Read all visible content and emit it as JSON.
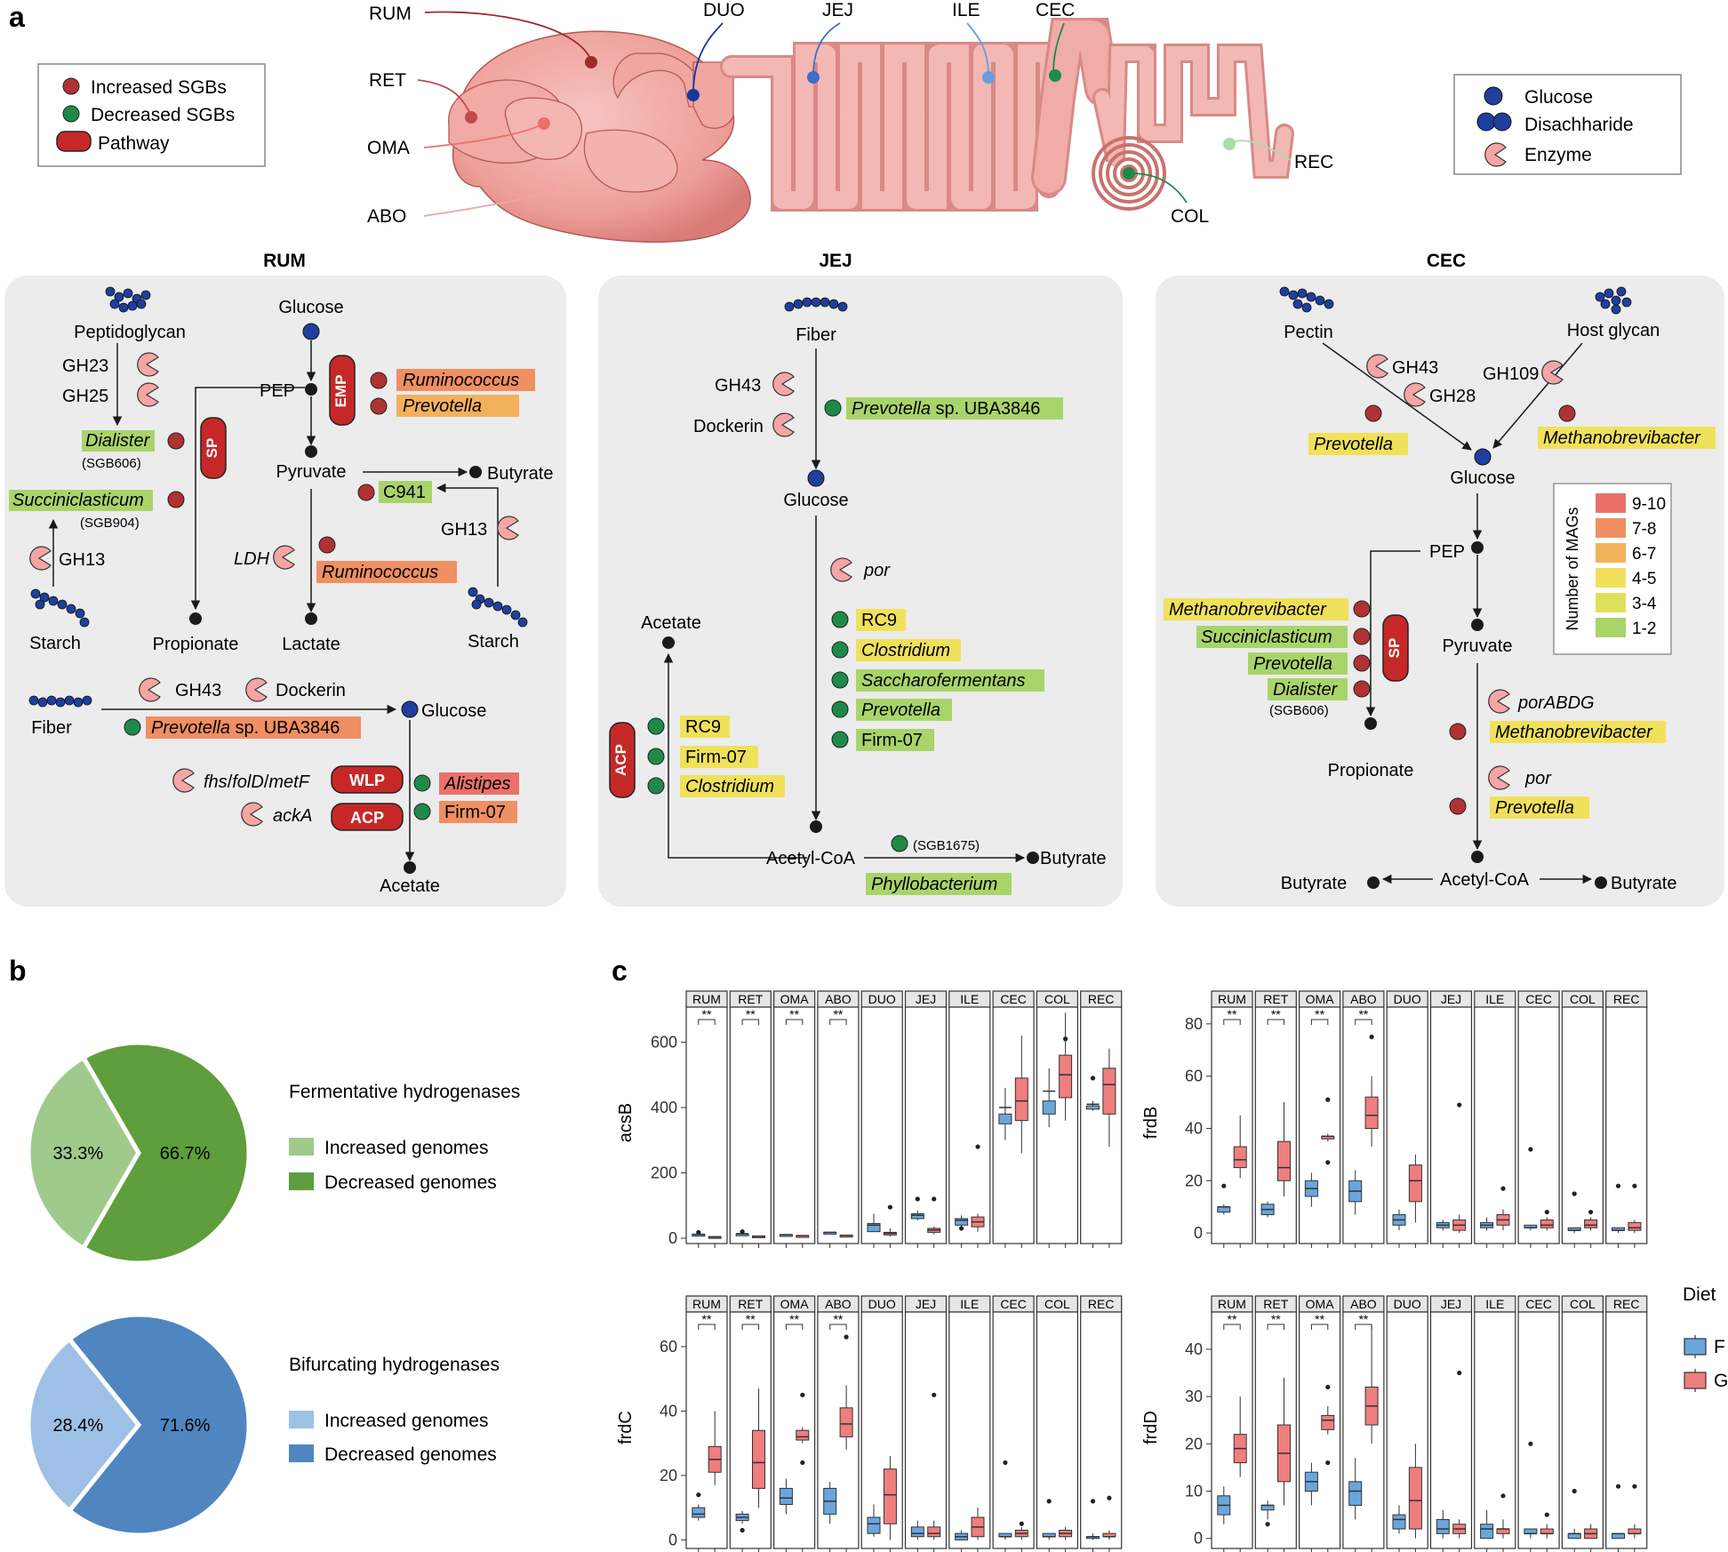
{
  "panel_labels": {
    "a": "a",
    "b": "b",
    "c": "c"
  },
  "colors": {
    "increased": "#b03232",
    "decreased": "#1e8a4a",
    "pathway": "#c62828",
    "glucose": "#1f3f9e",
    "enzyme": "#f6a5a5",
    "bin9_10": "#e9716a",
    "bin7_8": "#ef8f62",
    "bin6_7": "#f2b25c",
    "bin4_5": "#f0e15a",
    "bin3_4": "#dfe05a",
    "bin1_2": "#a9d46a",
    "pie1_inc": "#9fca8c",
    "pie1_dec": "#5e9e3c",
    "pie2_inc": "#9ec0e6",
    "pie2_dec": "#4f86c0",
    "box_F": "#6aa6dc",
    "box_G": "#ef7e7e"
  },
  "gut": {
    "regions": [
      "RUM",
      "RET",
      "OMA",
      "ABO",
      "DUO",
      "JEJ",
      "ILE",
      "CEC",
      "COL",
      "REC"
    ]
  },
  "legend_a": {
    "increased": "Increased SGBs",
    "decreased": "Decreased SGBs",
    "pathway": "Pathway"
  },
  "legend_a2": {
    "glucose": "Glucose",
    "disaccharide": "Disachharide",
    "enzyme": "Enzyme"
  },
  "rum_panel": {
    "title": "RUM",
    "labels": {
      "peptidoglycan": "Peptidoglycan",
      "glucose": "Glucose",
      "gh23": "GH23",
      "gh25": "GH25",
      "pep": "PEP",
      "emp": "EMP",
      "sp": "SP",
      "dialister": "Dialister",
      "sgb606": "(SGB606)",
      "succiniclasticum": "Succiniclasticum",
      "sgb904": "(SGB904)",
      "pyruvate": "Pyruvate",
      "butyrate": "Butyrate",
      "c941": "C941",
      "gh13a": "GH13",
      "gh13b": "GH13",
      "ldh": "LDH",
      "ruminococcus1": "Ruminococcus",
      "prevotella1": "Prevotella",
      "ruminococcus2": "Ruminococcus",
      "starch1": "Starch",
      "propionate": "Propionate",
      "lactate": "Lactate",
      "starch2": "Starch",
      "fiber": "Fiber",
      "gh43": "GH43",
      "dockerin": "Dockerin",
      "glucose2": "Glucose",
      "prevotella_uba": "Prevotella",
      "sp_uba": "sp. UBA3846",
      "fhs": "fhs",
      "folD": "folD",
      "metF": "metF",
      "wlp": "WLP",
      "acka": "ackA",
      "acp": "ACP",
      "alistipes": "Alistipes",
      "firm07": "Firm-07",
      "acetate": "Acetate",
      "slash": "/"
    }
  },
  "jej_panel": {
    "title": "JEJ",
    "labels": {
      "fiber": "Fiber",
      "gh43": "GH43",
      "dockerin": "Dockerin",
      "prevotella_uba": "Prevotella",
      "sp_uba": "sp. UBA3846",
      "glucose": "Glucose",
      "por": "por",
      "acetate": "Acetate",
      "rc9a": "RC9",
      "clostridium1": "Clostridium",
      "saccharo": "Saccharofermentans",
      "prevotella": "Prevotella",
      "firm07a": "Firm-07",
      "acp": "ACP",
      "rc9b": "RC9",
      "firm07b": "Firm-07",
      "clostridium2": "Clostridium",
      "acetylcoa": "Acetyl-CoA",
      "sgb1675": "(SGB1675)",
      "butyrate": "Butyrate",
      "phyllo": "Phyllobacterium"
    }
  },
  "cec_panel": {
    "title": "CEC",
    "labels": {
      "pectin": "Pectin",
      "hostglycan": "Host glycan",
      "gh43": "GH43",
      "gh28": "GH28",
      "gh109": "GH109",
      "prevotella1": "Prevotella",
      "methano1": "Methanobrevibacter",
      "glucose": "Glucose",
      "pep": "PEP",
      "methano2": "Methanobrevibacter",
      "succ": "Succiniclasticum",
      "prevotella2": "Prevotella",
      "dialister": "Dialister",
      "sgb606": "(SGB606)",
      "sp": "SP",
      "pyruvate": "Pyruvate",
      "porabdg": "porABDG",
      "methano3": "Methanobrevibacter",
      "por": "por",
      "prevotella3": "Prevotella",
      "propionate": "Propionate",
      "butyrate1": "Butyrate",
      "acetylcoa": "Acetyl-CoA",
      "butyrate2": "Butyrate"
    },
    "mag_legend": {
      "title": "Number of MAGs",
      "bins": [
        "9-10",
        "7-8",
        "6-7",
        "4-5",
        "3-4",
        "1-2"
      ]
    }
  },
  "pies": [
    {
      "title": "Fermentative hydrogenases",
      "inc_label": "Increased genomes",
      "dec_label": "Decreased genomes",
      "inc_pct": "33.3%",
      "dec_pct": "66.7%",
      "inc_value": 33.3,
      "dec_value": 66.7
    },
    {
      "title": "Bifurcating hydrogenases",
      "inc_label": "Increased genomes",
      "dec_label": "Decreased genomes",
      "inc_pct": "28.4%",
      "dec_pct": "71.6%",
      "inc_value": 28.4,
      "dec_value": 71.6
    }
  ],
  "diet_legend": {
    "title": "Diet",
    "F": "F",
    "G": "G"
  },
  "chart_data": [
    {
      "type": "box",
      "ylabel": "acsB",
      "ylim": [
        0,
        680
      ],
      "ticks": [
        0,
        200,
        400,
        600
      ],
      "facets": [
        "RUM",
        "RET",
        "OMA",
        "ABO",
        "DUO",
        "JEJ",
        "ILE",
        "CEC",
        "COL",
        "REC"
      ],
      "signif": [
        "**",
        "**",
        "**",
        "**",
        "",
        "",
        "",
        "",
        "",
        ""
      ],
      "F": [
        [
          12,
          10,
          12,
          11,
          15
        ],
        [
          14,
          11,
          13,
          12,
          16
        ],
        [
          11,
          10,
          11,
          10,
          12
        ],
        [
          18,
          17,
          18,
          17,
          19
        ],
        [
          40,
          20,
          45,
          20,
          75
        ],
        [
          70,
          60,
          75,
          55,
          85
        ],
        [
          55,
          40,
          60,
          30,
          70
        ],
        [
          400,
          350,
          380,
          300,
          460
        ],
        [
          450,
          380,
          420,
          340,
          520
        ],
        [
          410,
          395,
          405,
          390,
          420
        ]
      ],
      "G": [
        [
          4,
          2,
          5,
          1,
          6
        ],
        [
          6,
          3,
          7,
          2,
          8
        ],
        [
          8,
          6,
          8,
          5,
          9
        ],
        [
          9,
          8,
          9,
          7,
          10
        ],
        [
          15,
          10,
          18,
          5,
          30
        ],
        [
          25,
          18,
          30,
          12,
          35
        ],
        [
          50,
          35,
          65,
          20,
          75
        ],
        [
          420,
          360,
          490,
          260,
          620
        ],
        [
          500,
          430,
          560,
          360,
          690
        ],
        [
          470,
          380,
          520,
          280,
          580
        ]
      ],
      "outliers_F": [
        [
          18
        ],
        [
          20
        ],
        [],
        [],
        [],
        [
          120
        ],
        [
          30
        ],
        [],
        [],
        [
          490
        ]
      ],
      "outliers_G": [
        [],
        [],
        [],
        [],
        [
          95
        ],
        [
          120
        ],
        [
          280
        ],
        [],
        [
          610
        ],
        []
      ]
    },
    {
      "type": "box",
      "ylabel": "frdB",
      "ylim": [
        -2,
        83
      ],
      "ticks": [
        0,
        20,
        40,
        60,
        80
      ],
      "facets": [
        "RUM",
        "RET",
        "OMA",
        "ABO",
        "DUO",
        "JEJ",
        "ILE",
        "CEC",
        "COL",
        "REC"
      ],
      "signif": [
        "**",
        "**",
        "**",
        "**",
        "",
        "",
        "",
        "",
        "",
        ""
      ],
      "F": [
        [
          10,
          8,
          10,
          7,
          11
        ],
        [
          9,
          7,
          11,
          6,
          12
        ],
        [
          17,
          14,
          20,
          10,
          23
        ],
        [
          16,
          12,
          20,
          7,
          24
        ],
        [
          5,
          3,
          7,
          1,
          9
        ],
        [
          3,
          2,
          4,
          1,
          5
        ],
        [
          3,
          2,
          4,
          1,
          6
        ],
        [
          2,
          2,
          3,
          1,
          3
        ],
        [
          1,
          1,
          2,
          0,
          2
        ],
        [
          1,
          1,
          2,
          0,
          2
        ]
      ],
      "G": [
        [
          28,
          25,
          33,
          21,
          45
        ],
        [
          25,
          20,
          35,
          14,
          50
        ],
        [
          37,
          36,
          37,
          35,
          38
        ],
        [
          45,
          40,
          52,
          33,
          60
        ],
        [
          20,
          12,
          26,
          4,
          30
        ],
        [
          3,
          1,
          5,
          0,
          7
        ],
        [
          5,
          3,
          7,
          1,
          9
        ],
        [
          3,
          2,
          5,
          1,
          6
        ],
        [
          3,
          2,
          5,
          1,
          6
        ],
        [
          2,
          1,
          4,
          0,
          5
        ]
      ],
      "outliers_F": [
        [
          18
        ],
        [],
        [],
        [],
        [],
        [],
        [],
        [
          32
        ],
        [
          15
        ],
        [
          18
        ]
      ],
      "outliers_G": [
        [],
        [],
        [
          51,
          27
        ],
        [
          75
        ],
        [],
        [
          49
        ],
        [
          17
        ],
        [
          8
        ],
        [
          8
        ],
        [
          18
        ]
      ]
    },
    {
      "type": "box",
      "ylabel": "frdC",
      "ylim": [
        -1,
        68
      ],
      "ticks": [
        0,
        20,
        40,
        60
      ],
      "facets": [
        "RUM",
        "RET",
        "OMA",
        "ABO",
        "DUO",
        "JEJ",
        "ILE",
        "CEC",
        "COL",
        "REC"
      ],
      "signif": [
        "**",
        "**",
        "**",
        "**",
        "",
        "",
        "",
        "",
        "",
        ""
      ],
      "F": [
        [
          8,
          7,
          10,
          6,
          11
        ],
        [
          7,
          6,
          8,
          5,
          9
        ],
        [
          13,
          11,
          16,
          8,
          19
        ],
        [
          12,
          8,
          16,
          5,
          18
        ],
        [
          5,
          2,
          7,
          1,
          11
        ],
        [
          2,
          1,
          4,
          0,
          6
        ],
        [
          1,
          0,
          2,
          0,
          3
        ],
        [
          1,
          1,
          2,
          0,
          2
        ],
        [
          1,
          1,
          2,
          0,
          2
        ],
        [
          1,
          1,
          1,
          0,
          2
        ]
      ],
      "G": [
        [
          25,
          21,
          29,
          17,
          40
        ],
        [
          24,
          16,
          34,
          10,
          47
        ],
        [
          32,
          31,
          34,
          30,
          35
        ],
        [
          36,
          32,
          41,
          28,
          48
        ],
        [
          14,
          5,
          22,
          0,
          26
        ],
        [
          2,
          1,
          4,
          0,
          6
        ],
        [
          4,
          1,
          7,
          0,
          10
        ],
        [
          2,
          1,
          3,
          0,
          4
        ],
        [
          2,
          1,
          3,
          0,
          4
        ],
        [
          1,
          1,
          2,
          0,
          3
        ]
      ],
      "outliers_F": [
        [
          14
        ],
        [
          3
        ],
        [],
        [],
        [],
        [],
        [],
        [
          24
        ],
        [
          12
        ],
        [
          12
        ]
      ],
      "outliers_G": [
        [],
        [],
        [
          45,
          24
        ],
        [
          63
        ],
        [],
        [
          45
        ],
        [],
        [
          5
        ],
        [],
        [
          13
        ]
      ]
    },
    {
      "type": "box",
      "ylabel": "frdD",
      "ylim": [
        -1,
        46
      ],
      "ticks": [
        0,
        10,
        20,
        30,
        40
      ],
      "facets": [
        "RUM",
        "RET",
        "OMA",
        "ABO",
        "DUO",
        "JEJ",
        "ILE",
        "CEC",
        "COL",
        "REC"
      ],
      "signif": [
        "**",
        "**",
        "**",
        "**",
        "",
        "",
        "",
        "",
        "",
        ""
      ],
      "F": [
        [
          7,
          5,
          9,
          3,
          11
        ],
        [
          7,
          6,
          7,
          4,
          8
        ],
        [
          12,
          10,
          14,
          7,
          16
        ],
        [
          10,
          7,
          12,
          4,
          17
        ],
        [
          4,
          2,
          5,
          1,
          7
        ],
        [
          2,
          1,
          4,
          0,
          6
        ],
        [
          2,
          0,
          3,
          0,
          6
        ],
        [
          1,
          1,
          2,
          0,
          2
        ],
        [
          1,
          0,
          1,
          0,
          2
        ],
        [
          1,
          0,
          1,
          0,
          1
        ]
      ],
      "G": [
        [
          19,
          16,
          22,
          13,
          30
        ],
        [
          18,
          12,
          24,
          7,
          34
        ],
        [
          25,
          23,
          26,
          22,
          28
        ],
        [
          28,
          24,
          32,
          20,
          45
        ],
        [
          8,
          2,
          15,
          0,
          20
        ],
        [
          2,
          1,
          3,
          0,
          4
        ],
        [
          2,
          1,
          2,
          0,
          4
        ],
        [
          1,
          1,
          2,
          0,
          3
        ],
        [
          1,
          0,
          2,
          0,
          3
        ],
        [
          1,
          1,
          2,
          0,
          3
        ]
      ],
      "outliers_F": [
        [],
        [
          3
        ],
        [],
        [],
        [],
        [],
        [],
        [
          20
        ],
        [
          10
        ],
        [
          11
        ]
      ],
      "outliers_G": [
        [],
        [],
        [
          32,
          16
        ],
        [],
        [],
        [
          35
        ],
        [
          9
        ],
        [
          5
        ],
        [],
        [
          11
        ]
      ]
    }
  ]
}
